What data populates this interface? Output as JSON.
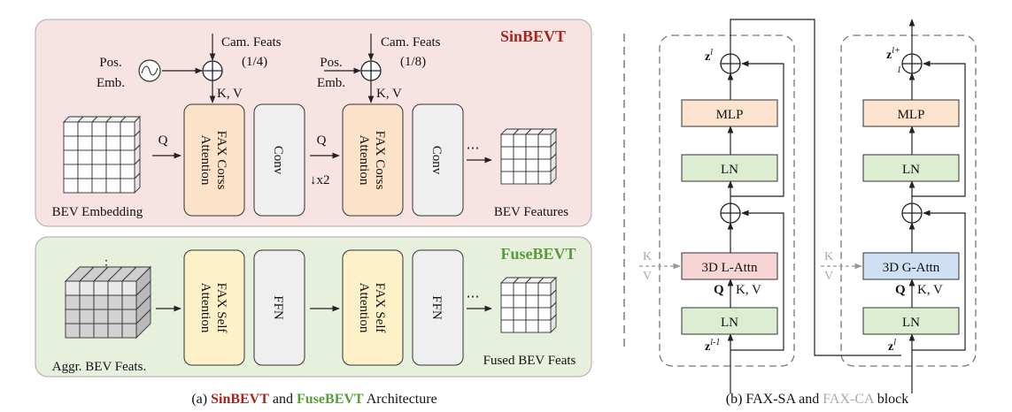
{
  "panel_a": {
    "sin_title": "SinBEVT",
    "fuse_title": "FuseBEVT",
    "cam_feats": "Cam. Feats",
    "scale_1": "(1/4)",
    "scale_2": "(1/8)",
    "pos": "Pos.",
    "emb": "Emb.",
    "kv": "K, V",
    "q": "Q",
    "x2": "↓x2",
    "fax_cross": [
      "FAX Corss",
      "Attention"
    ],
    "conv": "Conv",
    "fax_self": [
      "FAX Self",
      "Attention"
    ],
    "ffn": "FFN",
    "ellipsis": "⋯",
    "bev_embedding": "BEV Embedding",
    "bev_features": "BEV Features",
    "aggr_feats": "Aggr. BEV Feats.",
    "fused_feats": "Fused BEV Feats",
    "caption_prefix": "(a) ",
    "caption_sin": "SinBEVT",
    "caption_and": " and ",
    "caption_fuse": "FuseBEVT",
    "caption_suffix": " Architecture"
  },
  "panel_b": {
    "mlp": "MLP",
    "ln": "LN",
    "l_attn": "3D L-Attn",
    "g_attn": "3D G-Attn",
    "k": "K",
    "v": "V",
    "q_bold": "Q",
    "kv": "K, V",
    "z_l": "l",
    "z_l_minus": "l-1",
    "z_l_plus": "l+",
    "one": "1",
    "z": "z",
    "caption_prefix": "(b) FAX-SA and ",
    "caption_ca": "FAX-CA",
    "caption_suffix": " block"
  },
  "colors": {
    "sin_bg": "#f7e4e2",
    "fuse_bg": "#e6f0dd",
    "cross_attn": "#fbe2c8",
    "self_attn": "#fdf1c7",
    "conv": "#efefef",
    "mlp": "#fbe3cd",
    "ln": "#dcedd1",
    "l_attn": "#f8d5d5",
    "g_attn": "#cfe0f5",
    "title_red": "#a6261c",
    "title_green": "#5a9c3a"
  }
}
